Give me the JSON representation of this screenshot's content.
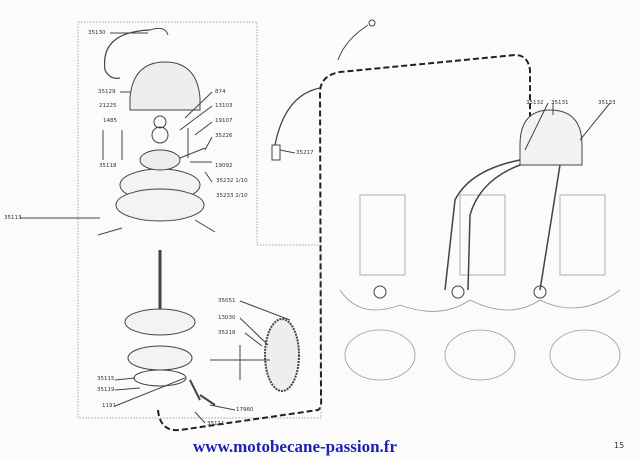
{
  "website": "www.motobecane-passion.fr",
  "page_number": "15",
  "parts": {
    "p35130": "35130",
    "p35129": "35129",
    "p874": "874",
    "p21225": "21225",
    "p13103": "13103",
    "p1485": "1485",
    "p19107": "19107",
    "p35226": "35226",
    "p35118": "35118",
    "p19092": "19092",
    "p35232": "35232  1/10",
    "p35233": "35233  2/10",
    "p35113": "35113",
    "p35217": "35217",
    "p35132": "35132",
    "p35131": "35131",
    "p35133": "35133",
    "p35051": "35051",
    "p13030": "13030",
    "p35218": "35218",
    "p35115": "35115",
    "p35119": "35119",
    "p1191": "1191",
    "p17960": "17960",
    "p35111": "35111"
  },
  "colors": {
    "ink": "#333333",
    "link": "#1f1fb5"
  }
}
